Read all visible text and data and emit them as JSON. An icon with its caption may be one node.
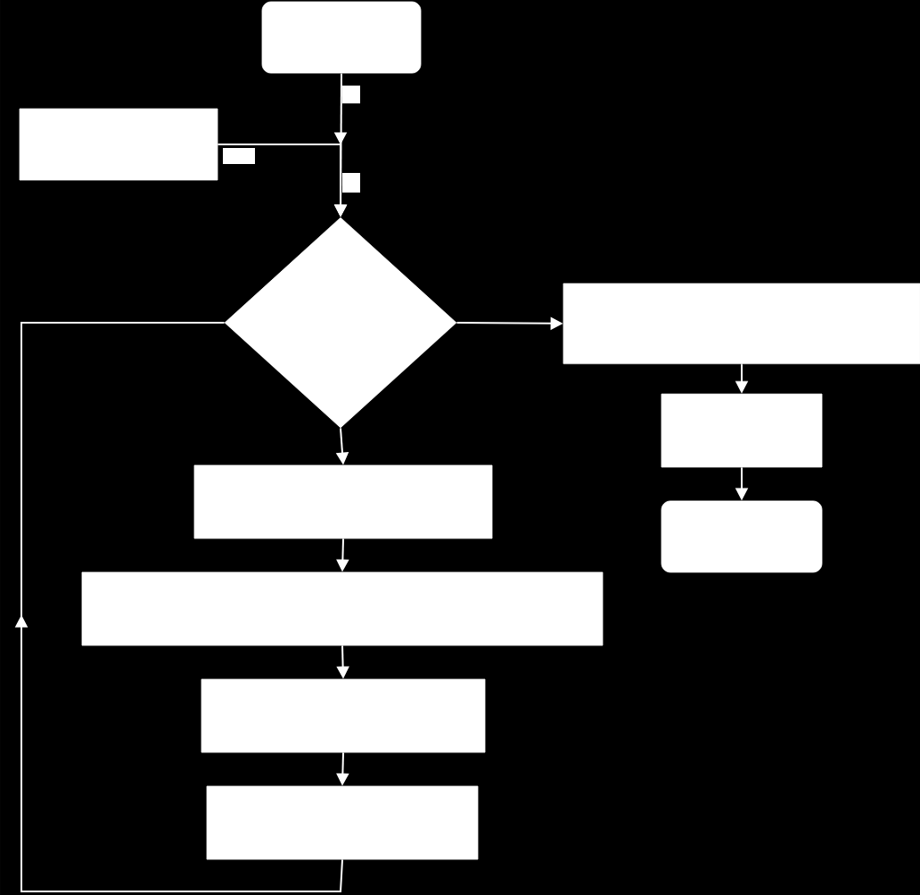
{
  "diagram": {
    "nodes": [
      {
        "text": [],
        "shape": "rounded"
      },
      {
        "text": [],
        "shape": "box"
      },
      {
        "text": [],
        "shape": "diamond"
      },
      {
        "text": [],
        "shape": "box"
      },
      {
        "text": [],
        "shape": "box"
      },
      {
        "text": [],
        "shape": "rounded"
      },
      {
        "text": [],
        "shape": "box"
      },
      {
        "text": [],
        "shape": "box"
      },
      {
        "text": [],
        "shape": "box"
      },
      {
        "text": [],
        "shape": "box"
      }
    ],
    "edges": [
      {
        "from": 0,
        "to": 2,
        "arrow": "to"
      },
      {
        "from": 1,
        "to": 2,
        "arrow": "to"
      },
      {
        "from": 2,
        "to": 3,
        "arrow": "to"
      },
      {
        "from": 3,
        "to": 4,
        "arrow": "to"
      },
      {
        "from": 4,
        "to": 5,
        "arrow": "to"
      },
      {
        "from": 2,
        "to": 6,
        "arrow": "to"
      },
      {
        "from": 6,
        "to": 7,
        "arrow": "to"
      },
      {
        "from": 7,
        "to": 8,
        "arrow": "to"
      },
      {
        "from": 8,
        "to": 9,
        "arrow": "to"
      },
      {
        "from": 9,
        "to": 2,
        "arrow": "to"
      }
    ]
  }
}
